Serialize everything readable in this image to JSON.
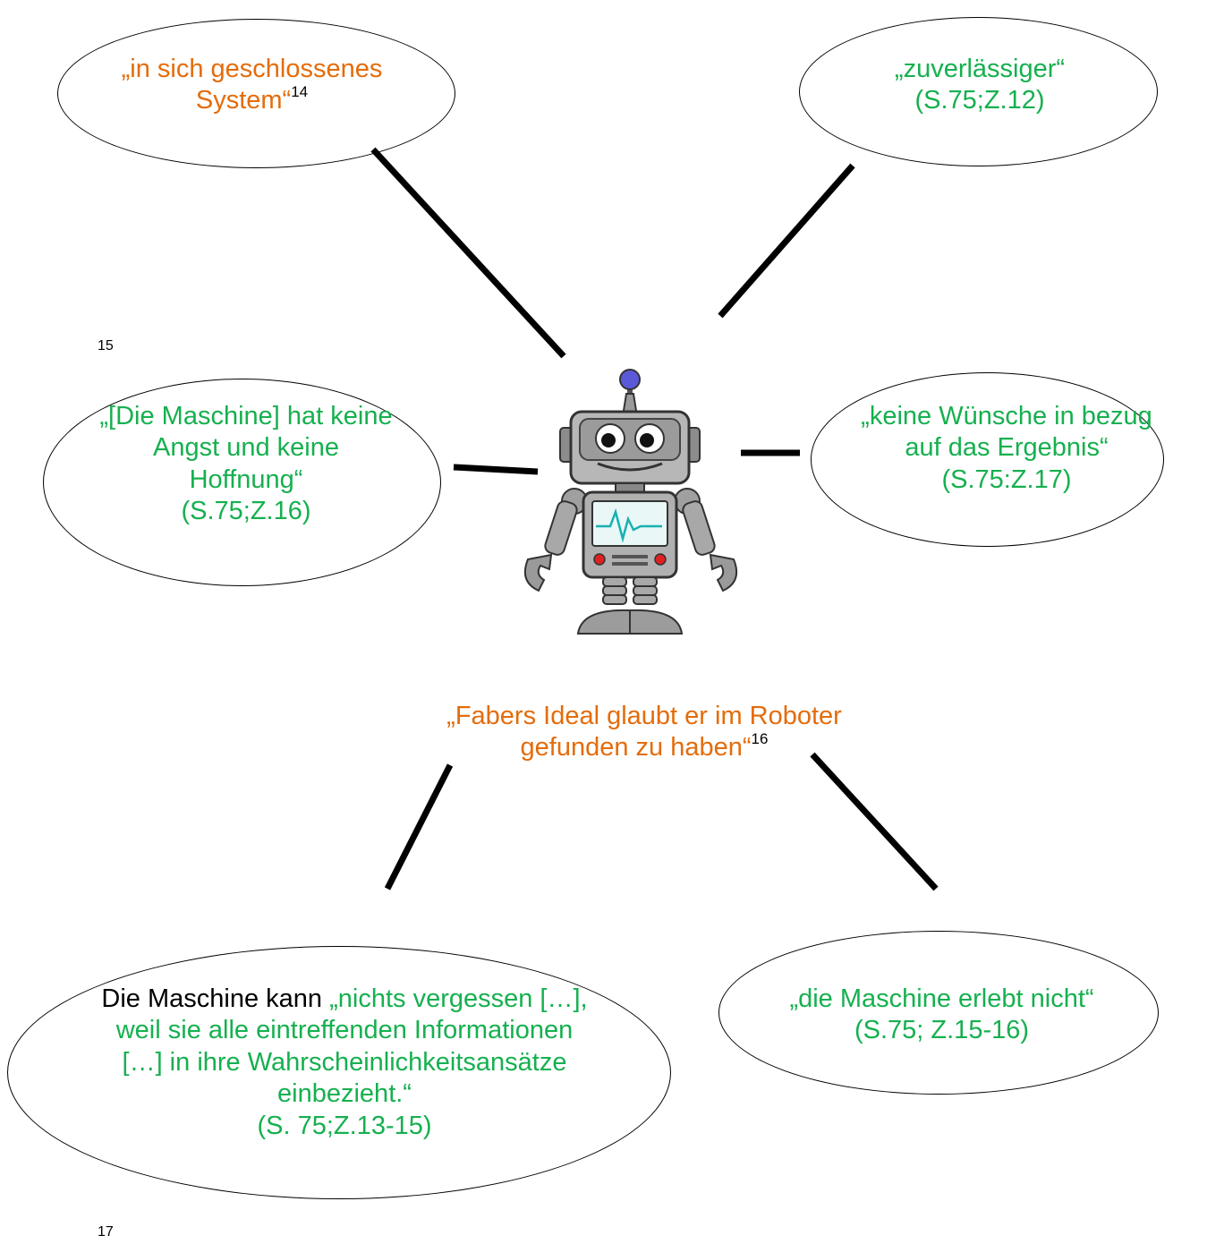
{
  "colors": {
    "green": "#16b04f",
    "orange": "#e46c0a",
    "line": "#000000"
  },
  "center": {
    "icon": "robot-icon",
    "caption": {
      "text": "„Fabers Ideal glaubt er im Roboter gefunden zu haben“",
      "footnote": "16"
    }
  },
  "nodes": {
    "top_left": {
      "text": "„in sich geschlossenes System“",
      "footnote": "14"
    },
    "top_right": {
      "text": "„zuverlässiger“",
      "cite": "(S.75;Z.12)"
    },
    "mid_left": {
      "text": "„[Die Maschine] hat keine Angst und keine Hoffnung“",
      "cite": "(S.75;Z.16)"
    },
    "mid_right": {
      "text": "„keine Wünsche in bezug auf das Ergebnis“ (S.75:Z.17)"
    },
    "bottom_left": {
      "prefix": "Die Maschine kann",
      "text": "„nichts vergessen […], weil sie alle eintreffenden Informationen […]  in ihre Wahrscheinlichkeitsansätze einbezieht.“",
      "cite": "(S. 75;Z.13-15)"
    },
    "bottom_right": {
      "text": "„die Maschine erlebt nicht“",
      "cite": "(S.75; Z.15-16)"
    }
  },
  "footnote_marks": {
    "upper": "15",
    "lower": "17"
  }
}
